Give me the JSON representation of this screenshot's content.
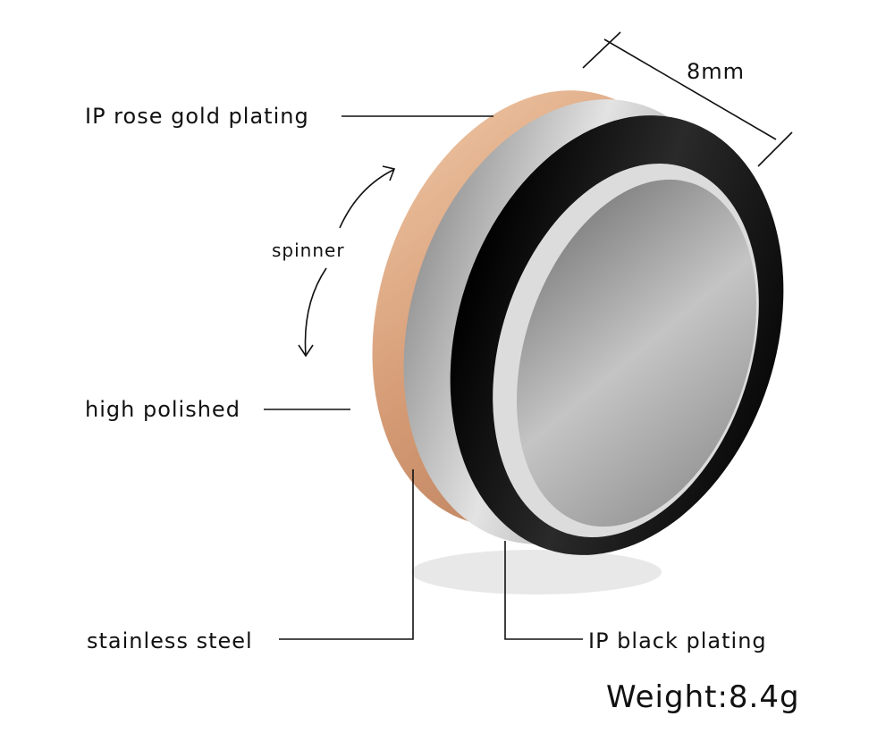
{
  "labels": {
    "rose_gold": "IP rose gold plating",
    "width": "8mm",
    "spinner": "spinner",
    "high_polished": "high polished",
    "stainless": "stainless steel",
    "black": "IP black plating",
    "weight": "Weight:8.4g"
  },
  "colors": {
    "rose_gold": "#d9a47f",
    "steel": "#c9c9c9",
    "black": "#1a1a1a",
    "line": "#111111"
  }
}
